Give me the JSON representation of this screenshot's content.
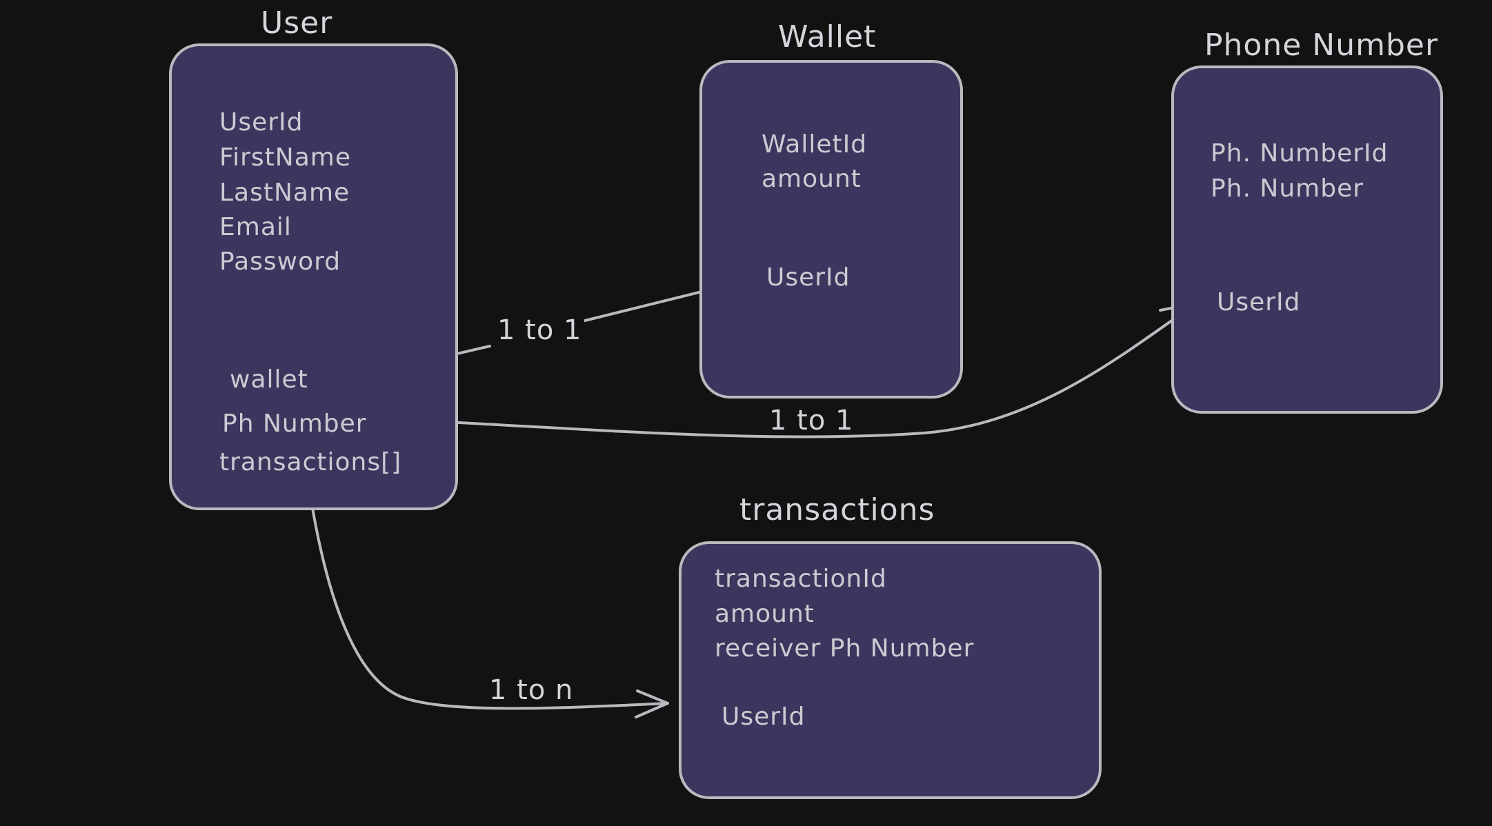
{
  "entities": {
    "user": {
      "title": "User",
      "fields": [
        "UserId",
        "FirstName",
        "LastName",
        "Email",
        "Password"
      ],
      "relations": [
        "wallet",
        "Ph Number",
        "transactions[]"
      ]
    },
    "wallet": {
      "title": "Wallet",
      "fields": [
        "WalletId",
        "amount"
      ],
      "foreign_key": "UserId"
    },
    "phone_number": {
      "title": "Phone Number",
      "fields": [
        "Ph. NumberId",
        "Ph. Number"
      ],
      "foreign_key": "UserId"
    },
    "transactions": {
      "title": "transactions",
      "fields": [
        "transactionId",
        "amount",
        "receiver Ph Number"
      ],
      "foreign_key": "UserId"
    }
  },
  "relationships": [
    {
      "from": "User.wallet",
      "to": "Wallet.UserId",
      "label": "1 to 1"
    },
    {
      "from": "User.Ph Number",
      "to": "Phone Number.UserId",
      "label": "1 to 1"
    },
    {
      "from": "User.transactions[]",
      "to": "transactions.UserId",
      "label": "1 to n"
    }
  ],
  "colors": {
    "background": "#121212",
    "box_fill": "#3d355d",
    "stroke": "#b9b9c0",
    "text": "#cbcbd3"
  }
}
